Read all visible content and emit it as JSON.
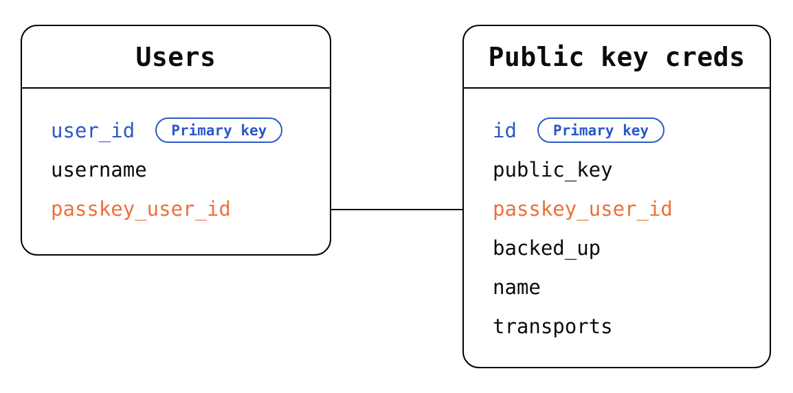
{
  "colors": {
    "blue": "#2b58c8",
    "orange": "#ec7038",
    "line": "#000000",
    "background": "#ffffff"
  },
  "tables": [
    {
      "title": "Users",
      "fields": [
        {
          "name": "user_id",
          "color": "blue",
          "badge": "Primary key"
        },
        {
          "name": "username",
          "color": "black"
        },
        {
          "name": "passkey_user_id",
          "color": "orange"
        }
      ]
    },
    {
      "title": "Public key creds",
      "fields": [
        {
          "name": "id",
          "color": "blue",
          "badge": "Primary key"
        },
        {
          "name": "public_key",
          "color": "black"
        },
        {
          "name": "passkey_user_id",
          "color": "orange"
        },
        {
          "name": "backed_up",
          "color": "black"
        },
        {
          "name": "name",
          "color": "black"
        },
        {
          "name": "transports",
          "color": "black"
        }
      ]
    }
  ],
  "relationship": {
    "from": "Users.passkey_user_id",
    "to": "Public key creds.passkey_user_id"
  }
}
